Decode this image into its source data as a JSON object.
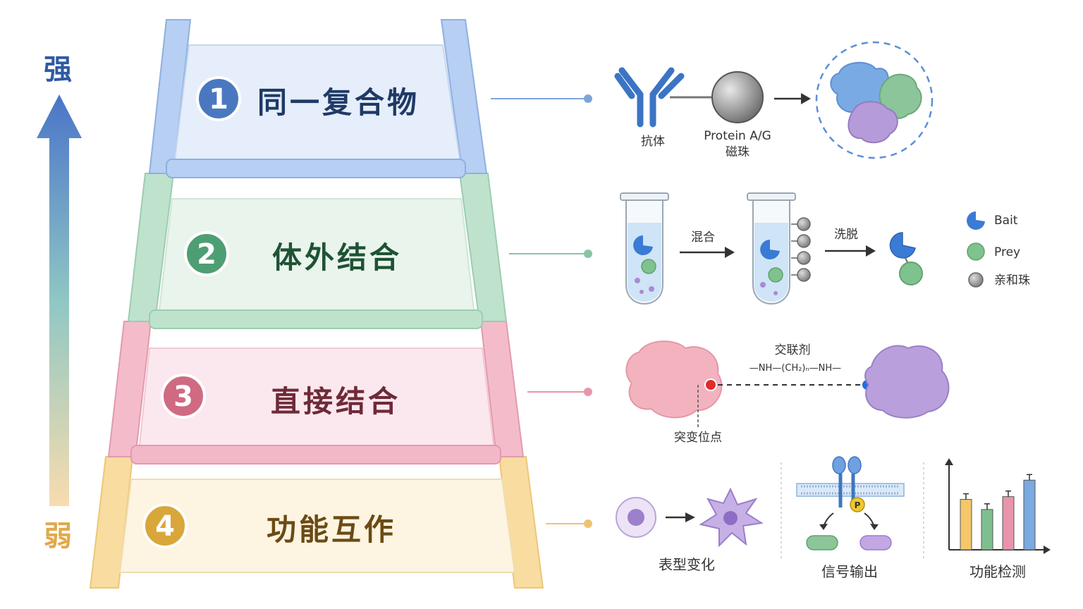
{
  "scale": {
    "strong": "强",
    "weak": "弱"
  },
  "tiers": [
    {
      "number": "1",
      "title": "同一复合物",
      "color": "#4a78c0"
    },
    {
      "number": "2",
      "title": "体外结合",
      "color": "#4e9e74"
    },
    {
      "number": "3",
      "title": "直接结合",
      "color": "#d06a82"
    },
    {
      "number": "4",
      "title": "功能互作",
      "color": "#d9a63a"
    }
  ],
  "panel1": {
    "antibody_label": "抗体",
    "beads_label_line1": "Protein A/G",
    "beads_label_line2": "磁珠"
  },
  "panel2": {
    "mix_label": "混合",
    "elute_label": "洗脱",
    "legend": [
      {
        "label": "Bait",
        "color": "#3a7bd5"
      },
      {
        "label": "Prey",
        "color": "#7fc28d"
      },
      {
        "label": "亲和珠",
        "color": "#9a9a9a"
      }
    ]
  },
  "panel3": {
    "crosslinker_label": "交联剂",
    "formula": "—NH—(CH₂)ₙ—NH—",
    "mutation_label": "突变位点"
  },
  "panel4": {
    "phenotype_label": "表型变化",
    "signal_label": "信号输出",
    "phospho_label": "P",
    "assay_label": "功能检测",
    "assay_chart": {
      "type": "bar",
      "values": [
        0.55,
        0.44,
        0.58,
        0.76
      ],
      "colors": [
        "#f4c76b",
        "#7fbf8f",
        "#e895ab",
        "#7aaae0"
      ]
    }
  }
}
